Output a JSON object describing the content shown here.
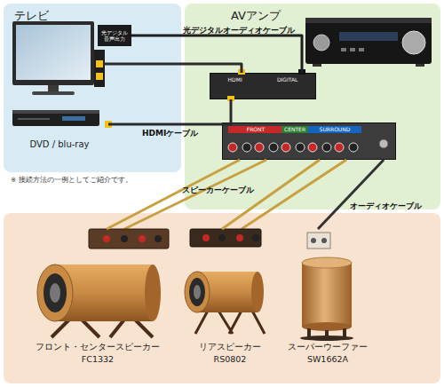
{
  "diagram": {
    "nodes": [
      {
        "text": [
          "テレビ"
        ]
      },
      {
        "text": [
          "光デジタル 音声出力"
        ],
        "in": 0
      },
      {
        "text": [
          "DVD / blu-ray"
        ],
        "in": 0
      },
      {
        "text": [
          "AVアンプ"
        ]
      },
      {
        "text": [
          "HDMI",
          "DIGITAL"
        ],
        "in": 3
      },
      {
        "text": [
          "FRONT",
          "CENTER",
          "SURROUND"
        ],
        "in": 3
      },
      {
        "text": [
          "フロント・センタースピーカー",
          "FC1332"
        ]
      },
      {
        "text": [
          "リアスピーカー",
          "RS0802"
        ]
      },
      {
        "text": [
          "スーパーウーファー",
          "SW1662A"
        ]
      }
    ],
    "edges": [
      {
        "from": 1,
        "to": 4,
        "arrow": "none",
        "label": "光デジタルオーディオケーブル"
      },
      {
        "from": 2,
        "to": 4,
        "arrow": "none",
        "label": "HDMIケーブル"
      },
      {
        "from": 4,
        "to": 0,
        "arrow": "none"
      },
      {
        "from": 5,
        "to": 6,
        "arrow": "none",
        "label": "スピーカーケーブル"
      },
      {
        "from": 5,
        "to": 7,
        "arrow": "none"
      },
      {
        "from": 5,
        "to": 8,
        "arrow": "none",
        "label": "オーディオケーブル"
      }
    ],
    "labels": [
      "※ 接続方法の一例としてご紹介です。"
    ]
  }
}
